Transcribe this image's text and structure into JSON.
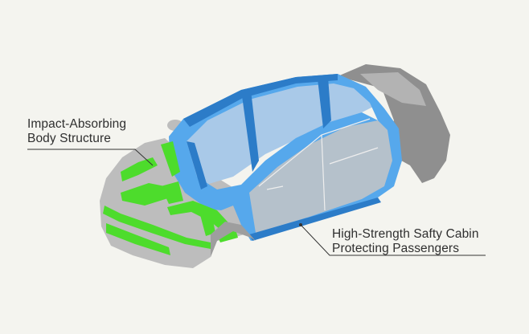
{
  "callouts": {
    "impact": {
      "line1": "Impact-Absorbing",
      "line2": "Body Structure"
    },
    "cabin": {
      "line1": "High-Strength Safty Cabin",
      "line2": "Protecting Passengers"
    }
  },
  "colors": {
    "background": "#f4f4ef",
    "body_gray": "#bdbdbd",
    "body_dark_gray": "#8f8f8f",
    "cabin_blue": "#56a8ec",
    "cabin_dark_blue": "#2c7cc8",
    "glass_blue": "#a9c9e8",
    "crumple_green": "#4ddc2c",
    "leader_line": "#333333"
  },
  "icons": [
    "car-body-illustration"
  ]
}
